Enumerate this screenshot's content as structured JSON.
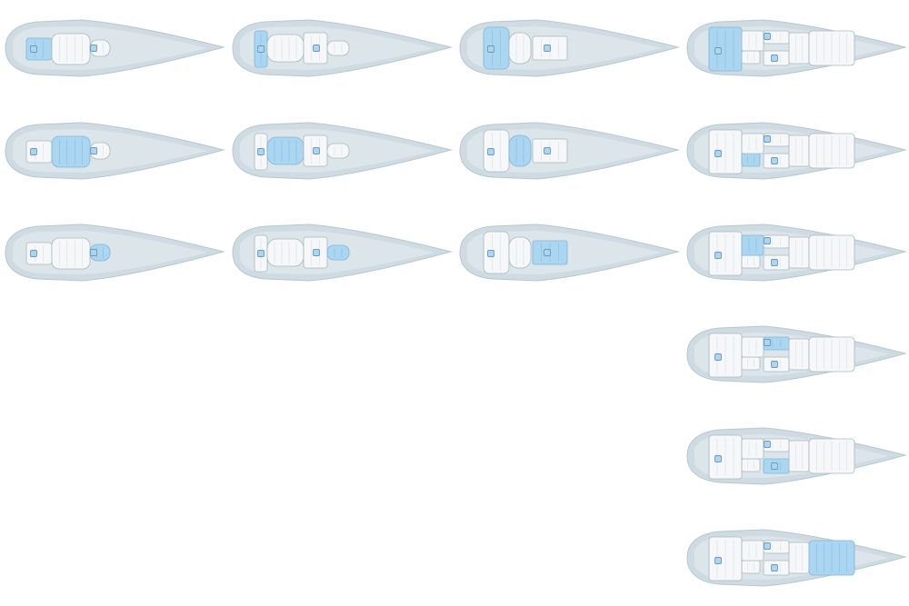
{
  "colors": {
    "hull": "#cfdbe2",
    "hull_edge": "#b6c8d2",
    "hull_inner": "#dbe5ea",
    "room": "#f5f7f8",
    "room_edge": "#aab8c0",
    "highlight": "#aad6f2",
    "highlight_edge": "#7fb5d8",
    "marker": "#6f98b3"
  },
  "columns": [
    {
      "ship_type": "small",
      "diagrams": [
        {
          "highlight": "left-deck",
          "markers": [
            "a",
            "c"
          ]
        },
        {
          "highlight": "center-hall",
          "markers": [
            "a",
            "c"
          ]
        },
        {
          "highlight": "bow-room",
          "markers": [
            "a",
            "c"
          ]
        }
      ]
    },
    {
      "ship_type": "medium",
      "diagrams": [
        {
          "highlight": "left-wings",
          "markers": [
            "a",
            "c"
          ]
        },
        {
          "highlight": "center-hall",
          "markers": [
            "a",
            "c"
          ]
        },
        {
          "highlight": "bow-room",
          "markers": [
            "a",
            "c"
          ]
        }
      ]
    },
    {
      "ship_type": "large",
      "diagrams": [
        {
          "highlight": "left-wings",
          "markers": [
            "a",
            "c"
          ]
        },
        {
          "highlight": "center-hall",
          "markers": [
            "a",
            "c"
          ]
        },
        {
          "highlight": "bow-room",
          "markers": [
            "a",
            "c"
          ]
        }
      ]
    },
    {
      "ship_type": "flagship",
      "diagrams": [
        {
          "highlight": "stern-block",
          "markers": [
            "a",
            "b",
            "c"
          ]
        },
        {
          "highlight": "lower-corridor",
          "markers": [
            "a",
            "b",
            "c"
          ]
        },
        {
          "highlight": "mid-corridor",
          "markers": [
            "a",
            "b",
            "c"
          ]
        },
        {
          "highlight": "upper-cabins",
          "markers": [
            "a",
            "b",
            "c"
          ]
        },
        {
          "highlight": "lower-cabins",
          "markers": [
            "a",
            "b",
            "c"
          ]
        },
        {
          "highlight": "bow-deck",
          "markers": [
            "a",
            "b",
            "c"
          ]
        }
      ]
    }
  ]
}
